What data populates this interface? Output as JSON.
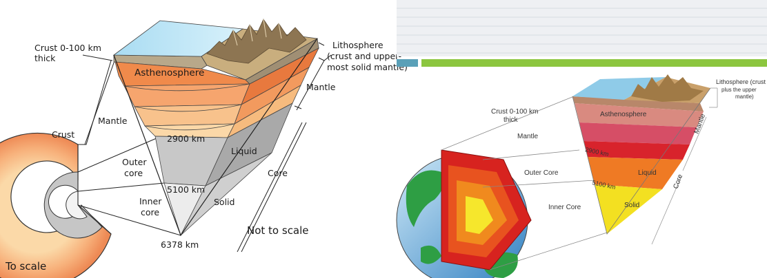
{
  "left": {
    "labels": {
      "crust_range": "Crust 0-100 km",
      "crust_range_2": "thick",
      "lithosphere_1": "Lithosphere",
      "lithosphere_2": "(crust and upper-",
      "lithosphere_3": "most solid mantle)",
      "asthenosphere": "Asthenosphere",
      "mantle_right": "Mantle",
      "mantle_left": "Mantle",
      "crust": "Crust",
      "depth_2900": "2900 km",
      "liquid": "Liquid",
      "outer_core_1": "Outer",
      "outer_core_2": "core",
      "core": "Core",
      "depth_5100": "5100 km",
      "inner_core_1": "Inner",
      "inner_core_2": "core",
      "solid": "Solid",
      "depth_6378": "6378 km",
      "not_to_scale": "Not to scale",
      "to_scale": "To scale"
    }
  },
  "right": {
    "labels": {
      "crust_range_1": "Crust 0-100 km",
      "crust_range_2": "thick",
      "lithosphere_1": "Lithosphere (crust",
      "lithosphere_2": "plus the upper",
      "lithosphere_3": "mantle)",
      "asthenosphere": "Asthenosphere",
      "mantle_side": "Mantle",
      "mantle": "Mantle",
      "depth_2900": "2900 km",
      "outer_core": "Outer Core",
      "liquid": "Liquid",
      "core_side": "Core",
      "depth_5100": "5100 km",
      "inner_core": "Inner Core",
      "solid": "Solid"
    }
  }
}
